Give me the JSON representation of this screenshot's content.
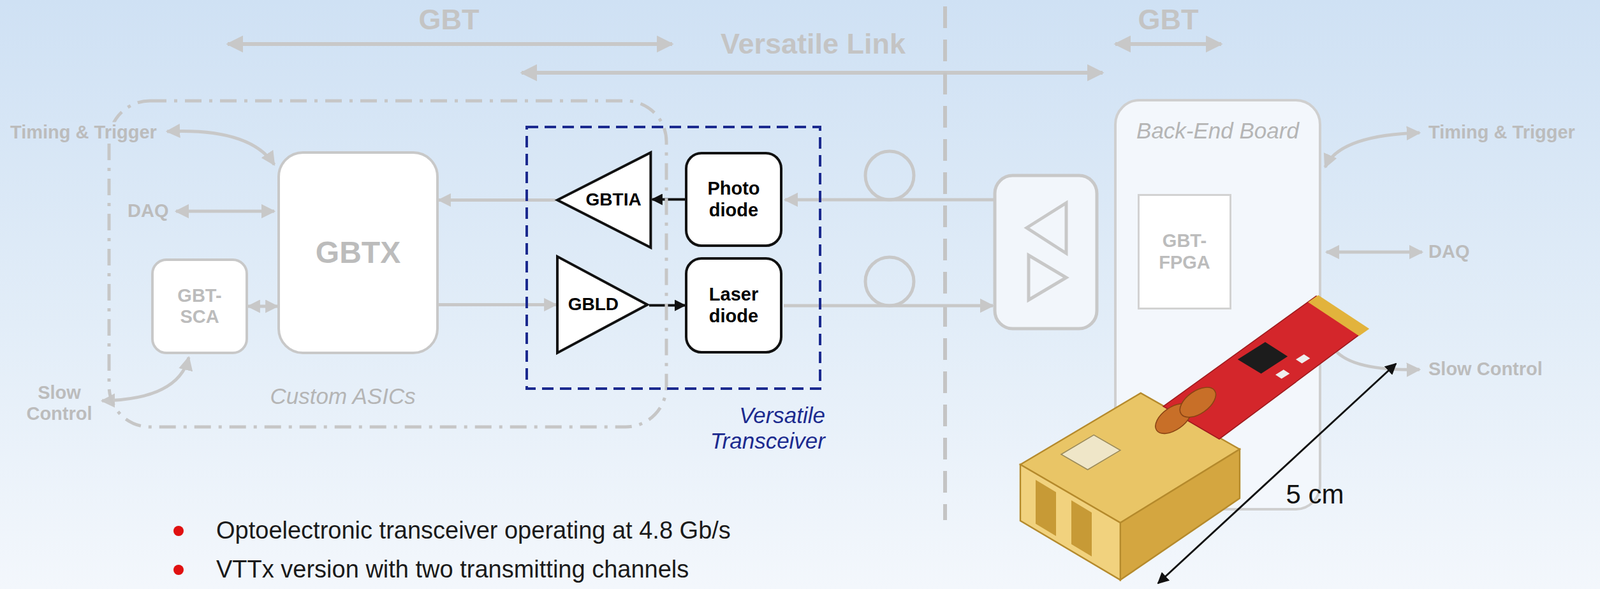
{
  "diagram": {
    "nodes": [
      {
        "text": [
          "Custom ASICs"
        ]
      },
      {
        "text": [
          "GBTX"
        ],
        "in": 0
      },
      {
        "text": [
          "GBT- SCA"
        ],
        "in": 0
      },
      {
        "text": [
          "Versatile Transceiver"
        ]
      },
      {
        "text": [
          "GBTIA"
        ],
        "in": 3
      },
      {
        "text": [
          "Photo diode"
        ],
        "in": 3
      },
      {
        "text": [
          "GBLD"
        ],
        "in": 3
      },
      {
        "text": [
          "Laser diode"
        ],
        "in": 3
      },
      {
        "text": [
          "Back-End Board"
        ]
      },
      {
        "text": [
          "GBT- FPGA"
        ],
        "in": 8
      }
    ],
    "edges": [
      {
        "from": 5,
        "to": 4,
        "arrow": "to"
      },
      {
        "from": 4,
        "to": 1,
        "arrow": "to"
      },
      {
        "from": 1,
        "to": 6,
        "arrow": "to"
      },
      {
        "from": 6,
        "to": 7,
        "arrow": "to"
      },
      {
        "from": 2,
        "to": 1,
        "arrow": "both"
      }
    ],
    "labels": [
      "GBT",
      "Versatile Link",
      "GBT",
      "Timing & Trigger",
      "DAQ",
      "Slow Control",
      "Timing & Trigger",
      "DAQ",
      "Slow Control",
      "5 cm",
      "Optoelectronic transceiver operating at 4.8 Gb/s",
      "VTTx version with two transmitting channels"
    ]
  }
}
